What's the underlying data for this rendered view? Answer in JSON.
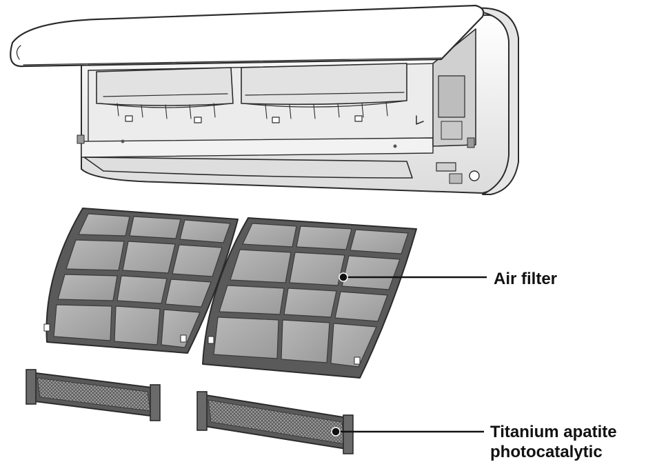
{
  "callouts": {
    "air_filter": "Air filter",
    "titanium_line1": "Titanium apatite",
    "titanium_line2": "photocatalytic"
  },
  "colors": {
    "outline": "#2b2b2b",
    "filter_frame": "#5a5a5a",
    "filter_panel": "#a9a9a9",
    "mesh": "#7a7a7a",
    "body": "#f4f4f4"
  },
  "icons": [
    "air-conditioner-unit",
    "air-filter",
    "titanium-filter"
  ]
}
